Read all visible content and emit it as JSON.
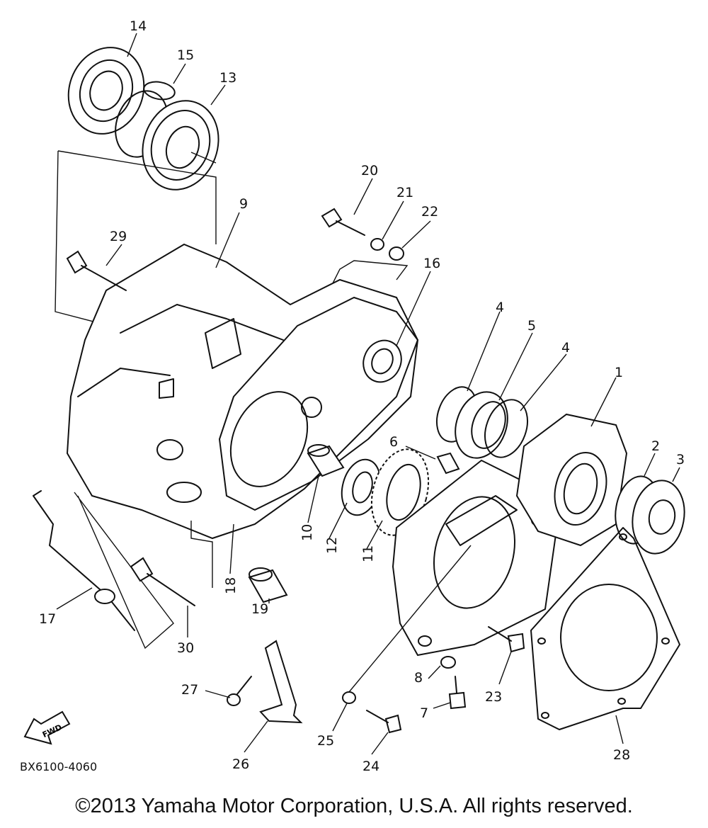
{
  "diagram": {
    "part_numbers": [
      "1",
      "2",
      "3",
      "4",
      "4",
      "5",
      "6",
      "7",
      "8",
      "9",
      "10",
      "11",
      "12",
      "13",
      "14",
      "15",
      "16",
      "17",
      "18",
      "19",
      "20",
      "21",
      "22",
      "23",
      "24",
      "25",
      "26",
      "27",
      "28",
      "29",
      "30"
    ],
    "forward_arrow_label": "FWD",
    "drawing_code": "BX6100-4060"
  },
  "footer": {
    "copyright": "©2013 Yamaha Motor Corporation, U.S.A. All rights reserved."
  }
}
